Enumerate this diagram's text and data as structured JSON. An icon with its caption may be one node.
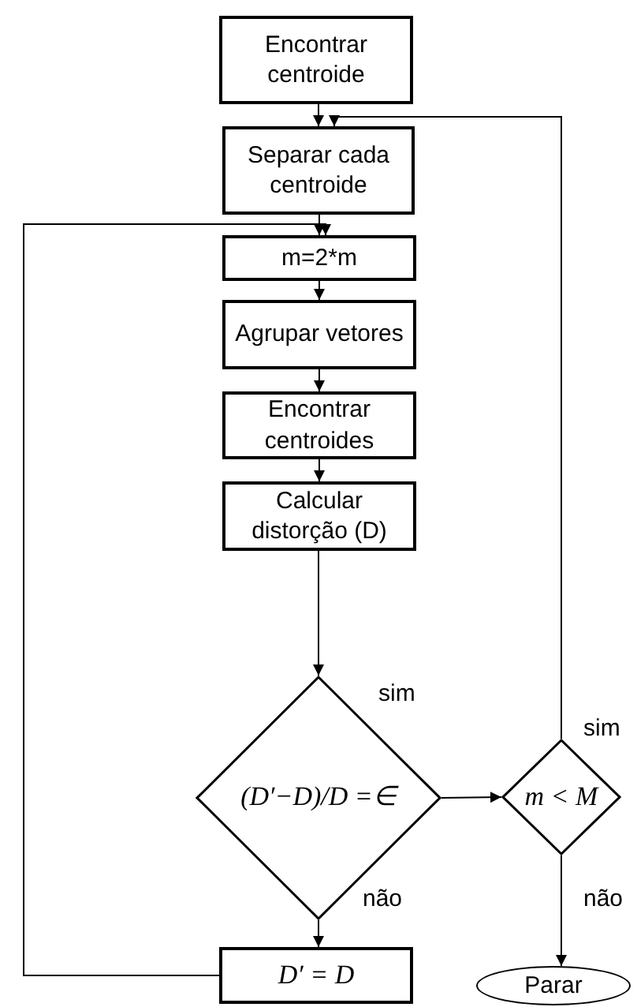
{
  "diagram": {
    "nodes": [
      {
        "text": [
          "Encontrar centroide"
        ]
      },
      {
        "text": [
          "Separar cada centroide"
        ]
      },
      {
        "text": [
          "m=2*m"
        ]
      },
      {
        "text": [
          "Agrupar vetores"
        ]
      },
      {
        "text": [
          "Encontrar centroides"
        ]
      },
      {
        "text": [
          "Calcular distorção (D)"
        ]
      },
      {
        "text": [
          "(D′−D)/D =∈"
        ]
      },
      {
        "text": [
          "m < M"
        ]
      },
      {
        "text": [
          "D′ = D"
        ]
      },
      {
        "text": [
          "Parar"
        ]
      }
    ],
    "edges": [
      {
        "from": 0,
        "to": 1,
        "arrow": "to"
      },
      {
        "from": 1,
        "to": 2,
        "arrow": "to"
      },
      {
        "from": 2,
        "to": 3,
        "arrow": "to"
      },
      {
        "from": 3,
        "to": 4,
        "arrow": "to"
      },
      {
        "from": 4,
        "to": 5,
        "arrow": "to"
      },
      {
        "from": 5,
        "to": 6,
        "arrow": "to"
      },
      {
        "from": 6,
        "to": 7,
        "arrow": "to",
        "label": "sim"
      },
      {
        "from": 6,
        "to": 8,
        "arrow": "to",
        "label": "não"
      },
      {
        "from": 7,
        "to": 1,
        "arrow": "to",
        "label": "sim"
      },
      {
        "from": 7,
        "to": 9,
        "arrow": "to",
        "label": "não"
      },
      {
        "from": 8,
        "to": 2,
        "arrow": "to"
      }
    ]
  }
}
